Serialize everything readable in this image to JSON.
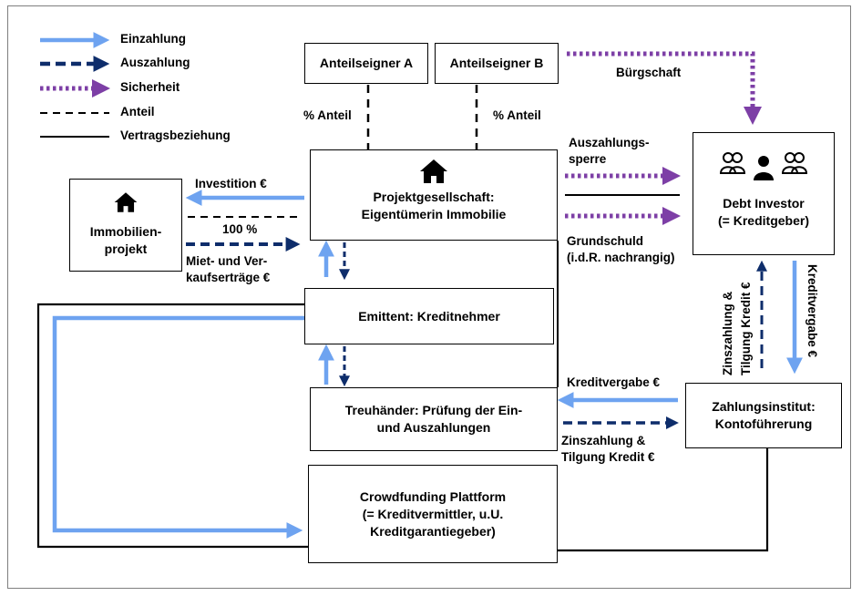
{
  "legend": {
    "einzahlung": "Einzahlung",
    "auszahlung": "Auszahlung",
    "sicherheit": "Sicherheit",
    "anteil": "Anteil",
    "vertrag": "Vertragsbeziehung"
  },
  "colors": {
    "einzahlung": "#6ea3f0",
    "auszahlung": "#0e2d6b",
    "sicherheit": "#7d3fa6",
    "line": "#000000"
  },
  "boxes": {
    "anteilseigner_a": "Anteilseigner A",
    "anteilseigner_b": "Anteilseigner B",
    "projekt_line1": "Projektgesellschaft:",
    "projekt_line2": "Eigentümerin Immobilie",
    "immo_line1": "Immobilien-",
    "immo_line2": "projekt",
    "debt_line1": "Debt Investor",
    "debt_line2": "(= Kreditgeber)",
    "emittent": "Emittent: Kreditnehmer",
    "treuhaender_line1": "Treuhänder: Prüfung der Ein-",
    "treuhaender_line2": "und Auszahlungen",
    "zahlung_line1": "Zahlungsinstitut:",
    "zahlung_line2": "Kontoführerung",
    "crowd_line1": "Crowdfunding Plattform",
    "crowd_line2": "(= Kreditvermittler,  u.U.",
    "crowd_line3": "Kreditgarantiegeber)"
  },
  "labels": {
    "buergschaft": "Bürgschaft",
    "anteil_a": "% Anteil",
    "anteil_b": "% Anteil",
    "auszahlungssperre_1": "Auszahlungs-",
    "auszahlungssperre_2": "sperre",
    "grundschuld_1": "Grundschuld",
    "grundschuld_2": "(i.d.R. nachrangig)",
    "investition": "Investition €",
    "hundert": "100 %",
    "miet_1": "Miet- und Ver-",
    "miet_2": "kaufserträge  €",
    "kreditvergabe_v": "Kreditvergabe €",
    "zins_v_1": "Zinszahlung &",
    "zins_v_2": "Tilgung Kredit €",
    "kreditvergabe_h": "Kreditvergabe  €",
    "zins_h_1": "Zinszahlung &",
    "zins_h_2": "Tilgung Kredit  €"
  },
  "icons": {
    "house": "house-icon",
    "investor": "group-person-icon"
  }
}
